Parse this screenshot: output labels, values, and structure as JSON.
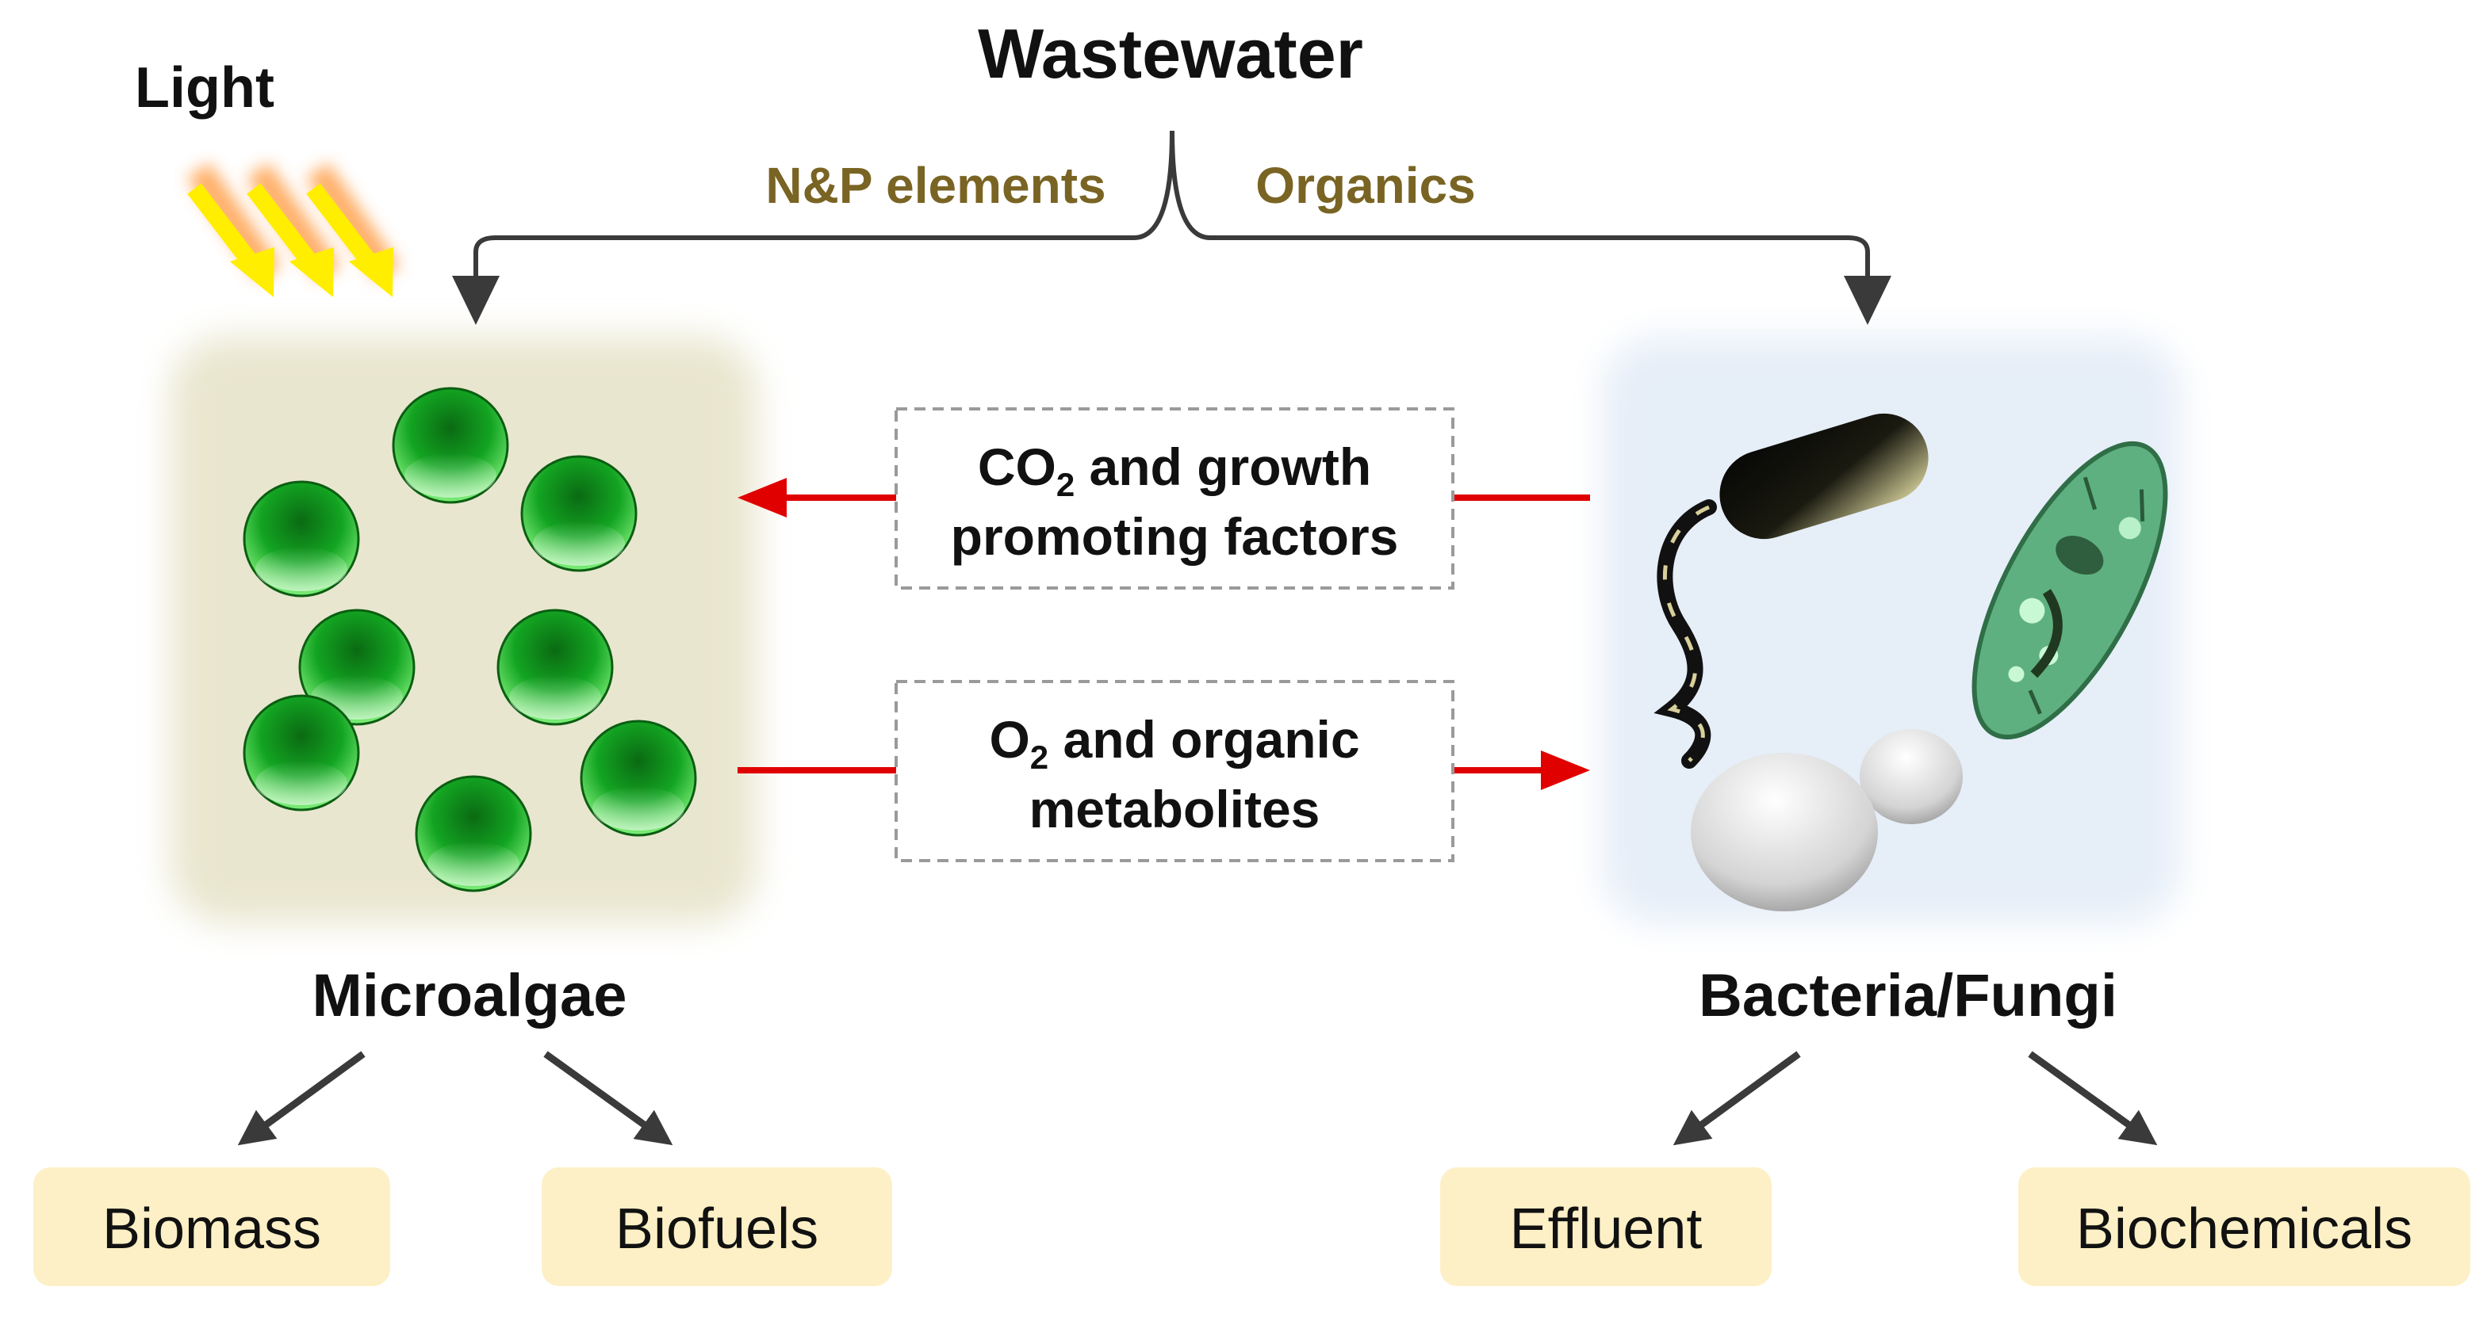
{
  "source": {
    "title": "Wastewater",
    "left_label": "N&P elements",
    "right_label": "Organics"
  },
  "light": {
    "label": "Light"
  },
  "exchange": {
    "to_algae": {
      "line1_prefix": "CO",
      "line1_sub": "2",
      "line1_suffix": " and growth",
      "line2": "promoting factors"
    },
    "to_bacteria": {
      "line1_prefix": "O",
      "line1_sub": "2",
      "line1_suffix": " and organic",
      "line2": "metabolites"
    }
  },
  "algae": {
    "label": "Microalgae",
    "outputs": [
      "Biomass",
      "Biofuels"
    ]
  },
  "bacteria": {
    "label": "Bacteria/Fungi",
    "outputs": [
      "Effluent",
      "Biochemicals"
    ]
  },
  "colors": {
    "label_olive": "#7a6424",
    "arrow_red": "#e00000",
    "arrow_dark": "#3a3a3a",
    "product_box": "#fdf0c6",
    "algae_bg": "#e9e6cf",
    "bacteria_bg": "#e6eef8",
    "light_arrow": "#ffee00"
  }
}
